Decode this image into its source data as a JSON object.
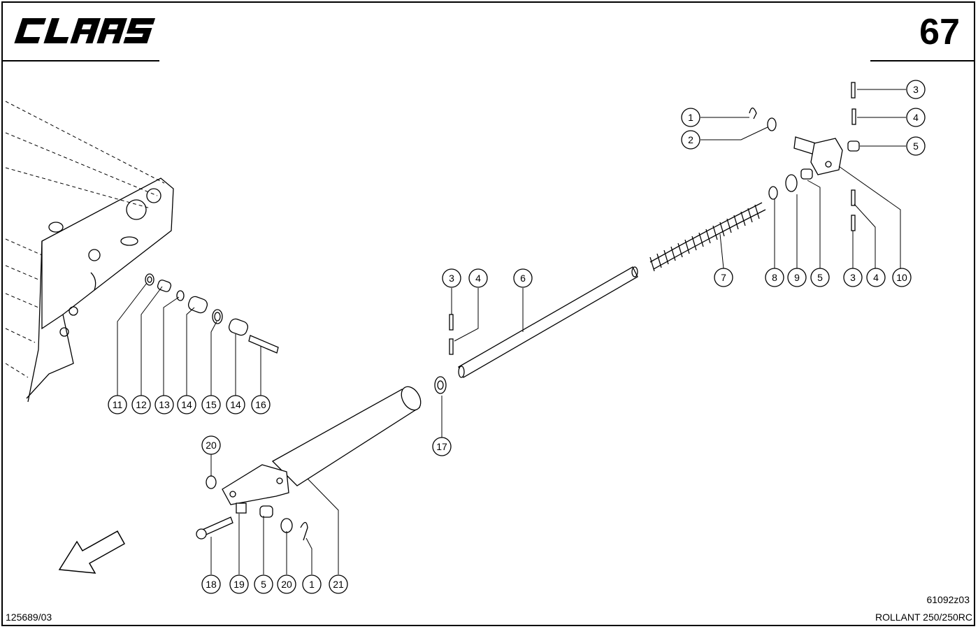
{
  "header": {
    "brand": "CLAAS",
    "page_number": "67"
  },
  "footer": {
    "document_number": "125689/03",
    "drawing_code": "61092z03",
    "model": "ROLLANT 250/250RC"
  },
  "callouts": {
    "c1_top": "1",
    "c2_top": "2",
    "c3_top": "3",
    "c4_top": "4",
    "c5_top": "5",
    "c3_mid": "3",
    "c4_mid": "4",
    "c6": "6",
    "c7": "7",
    "c8": "8",
    "c9": "9",
    "c5_mid": "5",
    "c3_right": "3",
    "c4_right": "4",
    "c10": "10",
    "c11": "11",
    "c12": "12",
    "c13": "13",
    "c14a": "14",
    "c15": "15",
    "c14b": "14",
    "c16": "16",
    "c17": "17",
    "c20_top": "20",
    "c18": "18",
    "c19": "19",
    "c5_bottom": "5",
    "c20_bottom": "20",
    "c1_bottom": "1",
    "c21": "21"
  },
  "icons": {
    "direction_arrow": "arrow-down-left-icon",
    "logo": "claas-logo"
  }
}
